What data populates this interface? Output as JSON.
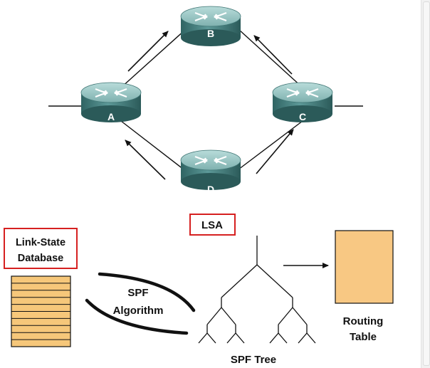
{
  "routers": {
    "a": {
      "label": "A"
    },
    "b": {
      "label": "B"
    },
    "c": {
      "label": "C"
    },
    "d": {
      "label": "D"
    }
  },
  "labels": {
    "lsa": "LSA",
    "database_line1": "Link-State",
    "database_line2": "Database",
    "spf_line1": "SPF",
    "spf_line2": "Algorithm",
    "spf_tree": "SPF Tree",
    "routing_line1": "Routing",
    "routing_line2": "Table"
  },
  "colors": {
    "router_body": "#4f8a89",
    "router_top": "#9fc7c5",
    "highlight_border": "#d62020",
    "database_fill": "#f6c77a",
    "routing_table_fill": "#f8c883",
    "line": "#111111"
  },
  "database": {
    "row_count": 10
  }
}
